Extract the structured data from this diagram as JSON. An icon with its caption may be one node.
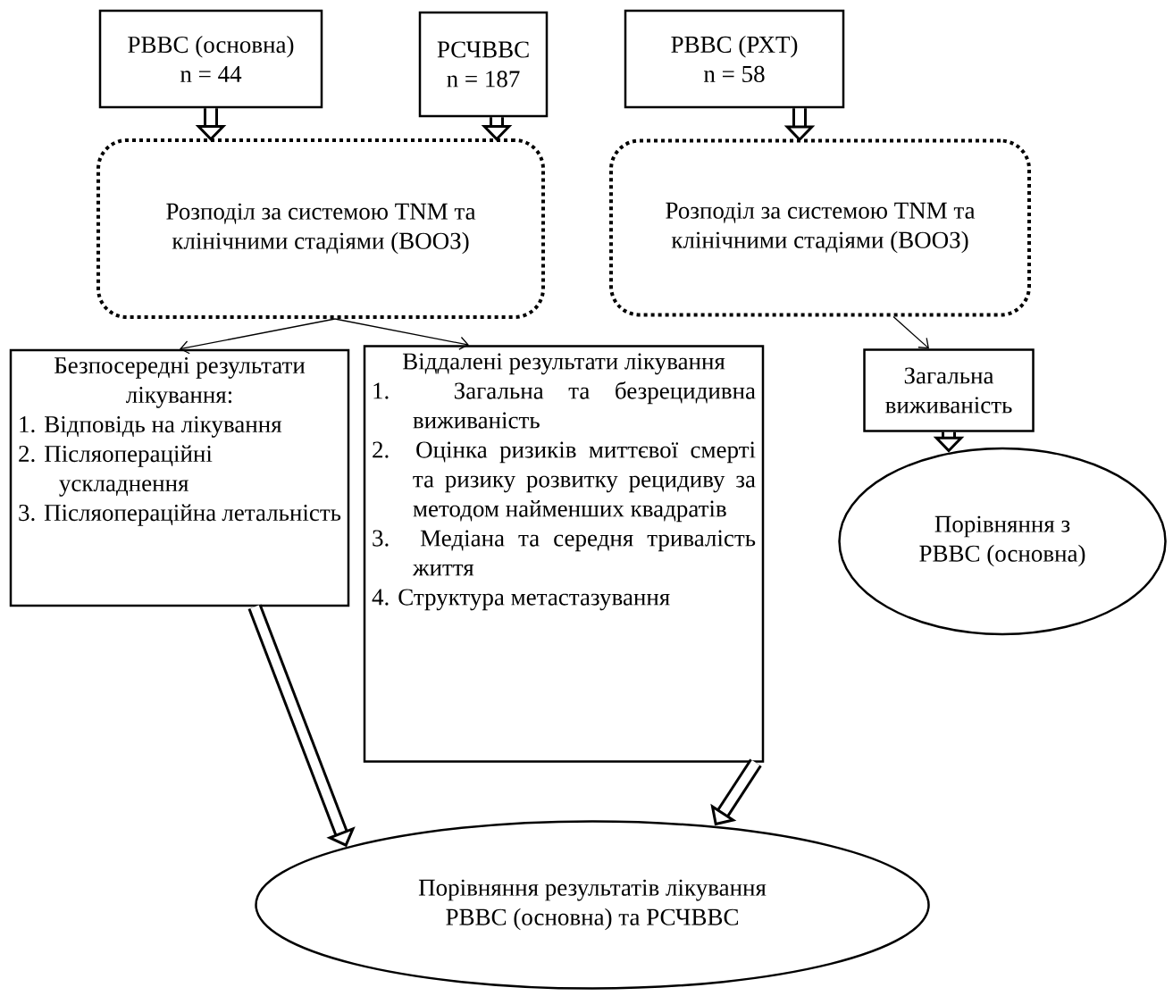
{
  "diagram": {
    "nodes": [
      {
        "text": [
          "РВВС (основна)",
          "n = 44"
        ]
      },
      {
        "text": [
          "РСЧВВС",
          "n = 187"
        ]
      },
      {
        "text": [
          "РВВС (РХТ)",
          "n = 58"
        ]
      },
      {
        "text": [
          "Розподіл за системою TNM та клінічними стадіями (ВООЗ)"
        ]
      },
      {
        "text": [
          "Розподіл за системою TNM та клінічними стадіями (ВООЗ)"
        ]
      },
      {
        "text": [
          "Безпосередні результати лікування:",
          "1. Відповідь на лікування",
          "2. Післяопераційні ускладнення",
          "3. Післяопераційна летальність"
        ]
      },
      {
        "text": [
          "Віддалені результати лікування",
          "1. Загальна та безрецидивна виживаність",
          "2. Оцінка ризиків миттєвої смерті та ризику розвитку рецидиву за методом найменших квадратів",
          "3. Медіана та середня тривалість життя",
          "4. Структура метастазування"
        ]
      },
      {
        "text": [
          "Загальна виживаність"
        ]
      },
      {
        "text": [
          "Порівняння з РВВС (основна)"
        ]
      },
      {
        "text": [
          "Порівняння результатів лікування РВВС (основна) та РСЧВВС"
        ]
      }
    ],
    "edges": [
      {
        "from": 0,
        "to": 3,
        "arrow": "to"
      },
      {
        "from": 1,
        "to": 3,
        "arrow": "to"
      },
      {
        "from": 2,
        "to": 4,
        "arrow": "to"
      },
      {
        "from": 3,
        "to": 5,
        "arrow": "to"
      },
      {
        "from": 3,
        "to": 6,
        "arrow": "to"
      },
      {
        "from": 4,
        "to": 7,
        "arrow": "to"
      },
      {
        "from": 7,
        "to": 8,
        "arrow": "to"
      },
      {
        "from": 5,
        "to": 9,
        "arrow": "to"
      },
      {
        "from": 6,
        "to": 9,
        "arrow": "to"
      }
    ]
  }
}
